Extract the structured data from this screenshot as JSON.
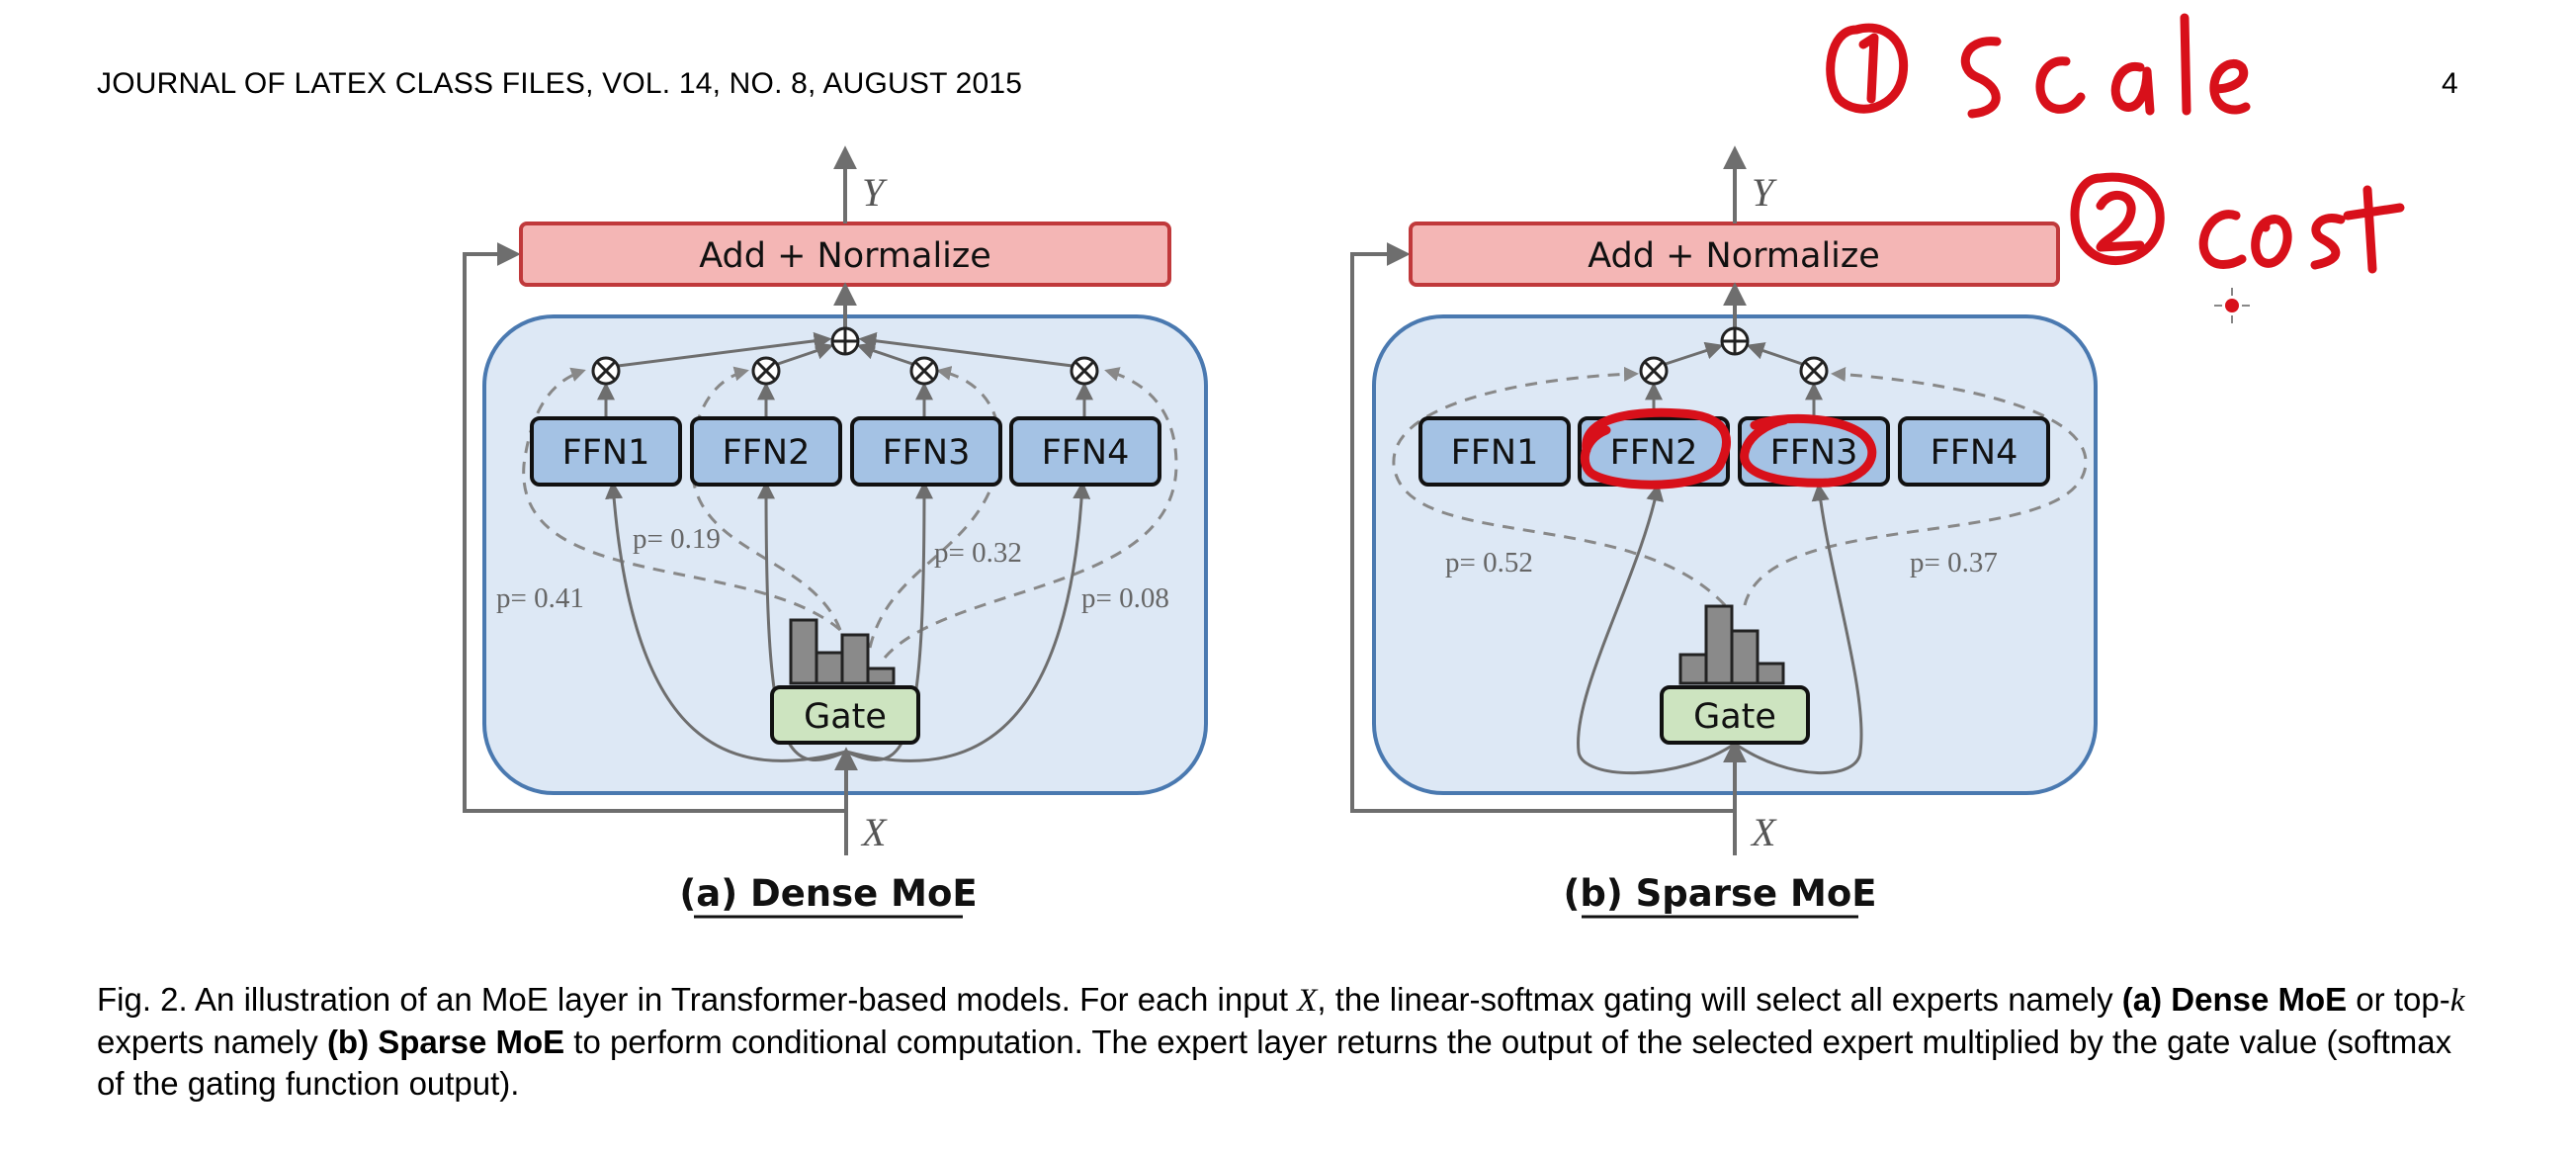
{
  "header": {
    "journal": "JOURNAL OF LATEX CLASS FILES, VOL. 14, NO. 8, AUGUST 2015",
    "page_number": "4"
  },
  "figure": {
    "add_norm_label": "Add + Normalize",
    "y_label": "Y",
    "x_label": "X",
    "gate_label": "Gate",
    "ffn_labels": [
      "FFN1",
      "FFN2",
      "FFN3",
      "FFN4"
    ],
    "dense": {
      "caption": "(a) Dense MoE",
      "probabilities": [
        "p= 0.41",
        "p= 0.19",
        "p= 0.32",
        "p= 0.08"
      ]
    },
    "sparse": {
      "caption": "(b) Sparse MoE",
      "probabilities": [
        "p= 0.52",
        "p= 0.37"
      ]
    },
    "colors": {
      "add_norm_fill": "#f4b6b5",
      "add_norm_border": "#c0393b",
      "panel_fill": "#dde8f5",
      "panel_border": "#4a79b0",
      "ffn_fill": "#a4c2e4",
      "gate_fill": "#cde4c0",
      "annotation_red": "#d8101a"
    }
  },
  "annotations": {
    "note_1": "1 Scale",
    "note_2": "2 cost"
  },
  "caption": {
    "part1": "Fig. 2. An illustration of an MoE layer in Transformer-based models. For each input ",
    "var_x": "X",
    "part2": ", the linear-softmax gating will select all experts namely ",
    "bold_a": "(a) Dense MoE",
    "part3": " or top-",
    "var_k": "k",
    "part4": " experts namely ",
    "bold_b": "(b) Sparse MoE",
    "part5": " to perform conditional computation. The expert layer returns the output of the selected expert multiplied by the gate value (softmax of the gating function output)."
  }
}
